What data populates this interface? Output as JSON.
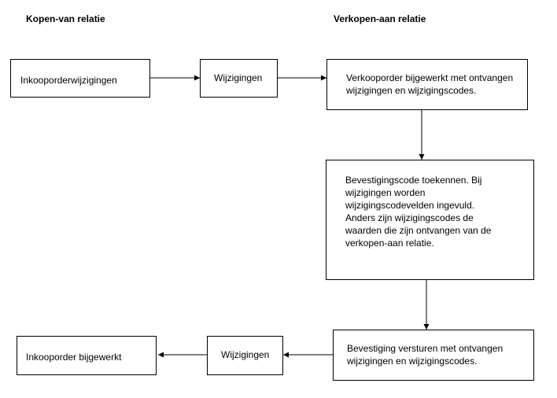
{
  "headings": {
    "buyer": "Kopen-van relatie",
    "seller": "Verkopen-aan relatie"
  },
  "boxes": {
    "po_changes": "Inkooporderwijzigingen",
    "changes_top": "Wijzigingen",
    "so_updated": "Verkooporder bijgewerkt met ontvangen wijzigingen en wijzigingscodes.",
    "assign_code": "Bevestigingscode toekennen. Bij wijzigingen worden wijzigingscodevelden ingevuld. Anders zijn wijzigingscodes de waarden die zijn ontvangen van de verkopen-aan relatie.",
    "send_confirmation": "Bevestiging versturen met ontvangen wijzigingen en wijzigingscodes.",
    "changes_bottom": "Wijzigingen",
    "po_updated": "Inkooporder bijgewerkt"
  }
}
